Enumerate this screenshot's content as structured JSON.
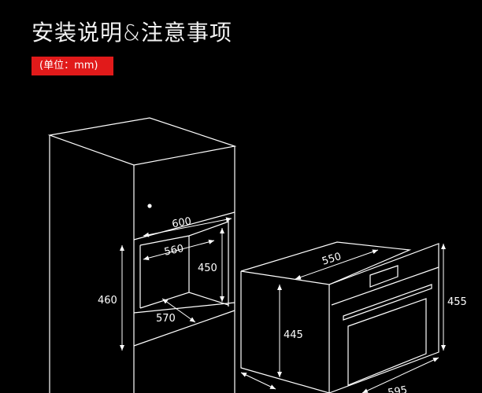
{
  "title": "安装说明&注意事项",
  "unit_badge": "(单位：mm)",
  "colors": {
    "background": "#000000",
    "accent": "#e11a1a",
    "lines": "#ffffff"
  },
  "cabinet": {
    "width": "600",
    "niche_depth_top": "560",
    "niche_height_inner": "450",
    "niche_height": "460",
    "niche_depth_bottom": "570"
  },
  "oven": {
    "depth": "550",
    "body_height": "445",
    "front_height": "455",
    "front_width": "595"
  }
}
